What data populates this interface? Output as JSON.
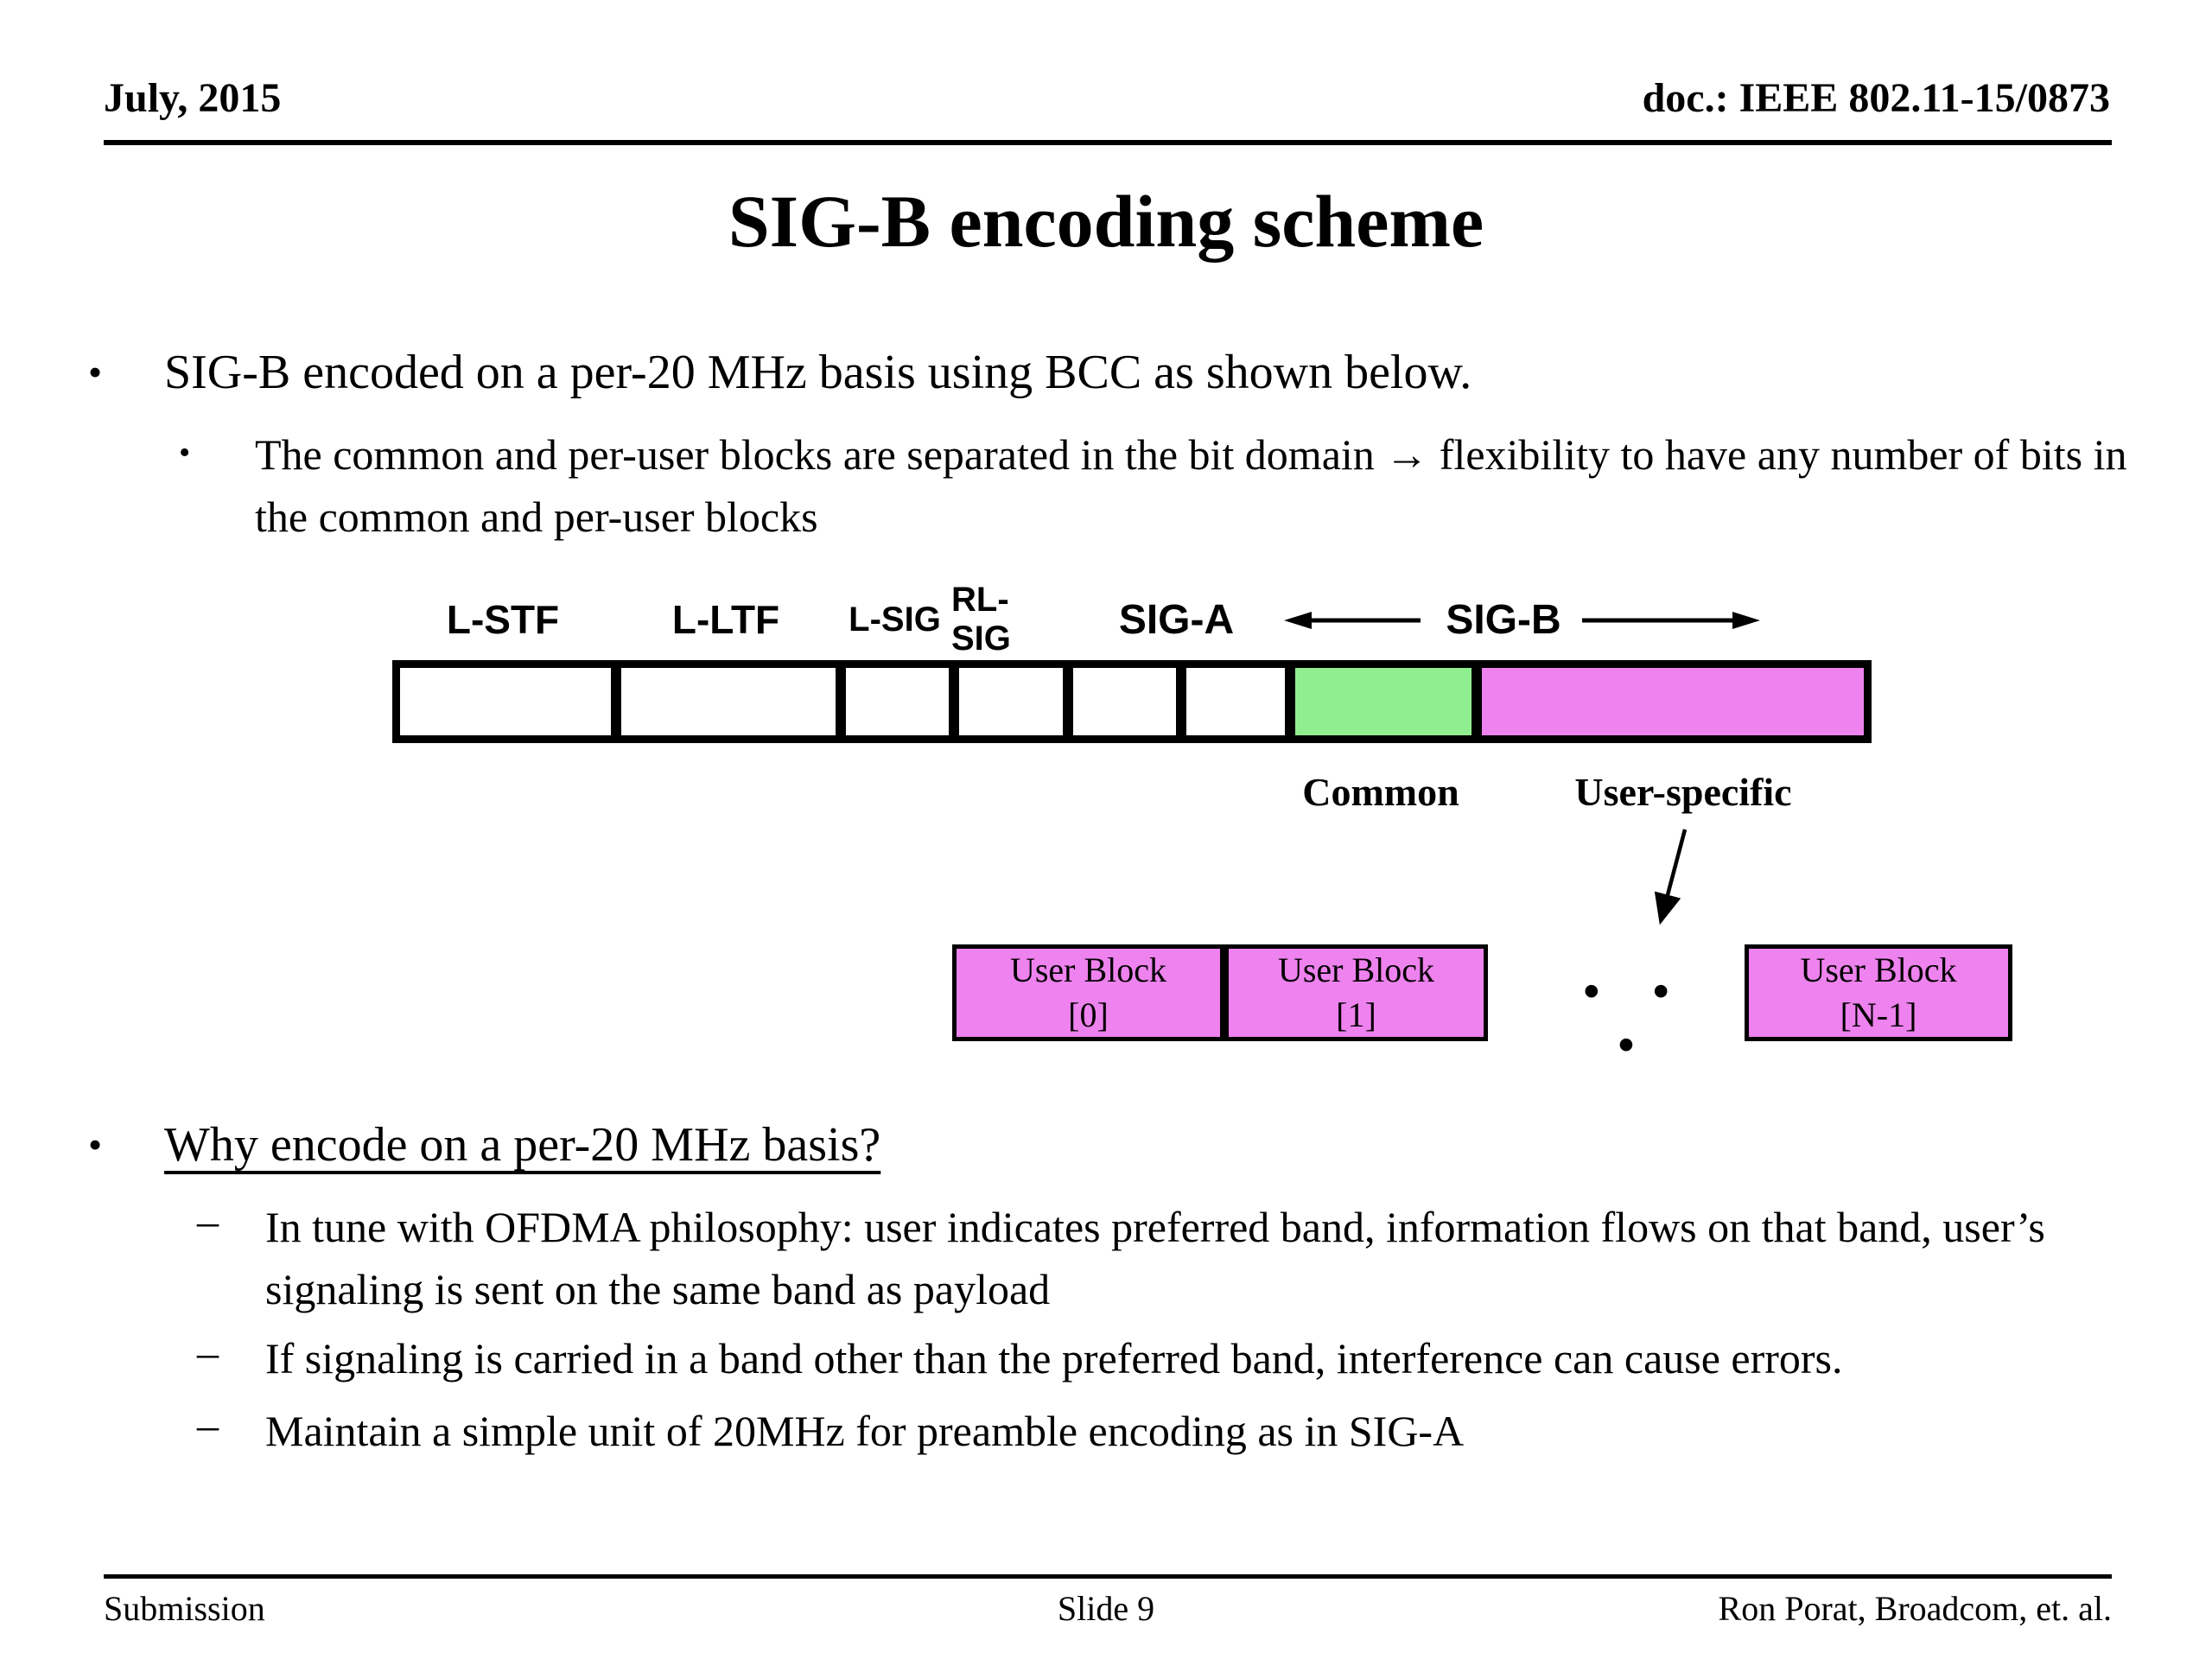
{
  "header": {
    "date": "July, 2015",
    "doc": "doc.: IEEE 802.11-15/0873"
  },
  "title": "SIG-B encoding scheme",
  "markers": {
    "level1": "•",
    "level2": "•",
    "dash": "–"
  },
  "content": {
    "bullet1": "SIG-B encoded on a per-20 MHz basis using BCC as shown below.",
    "bullet1_sub": "The common and per-user blocks are separated in the bit domain → flexibility to have any number of bits in the common and per-user blocks",
    "bullet2": "Why encode on a per-20 MHz basis?",
    "bullet2_dashes": [
      "In tune with OFDMA philosophy: user indicates preferred band, information flows on that band, user’s signaling is sent on the same band as payload",
      "If signaling is carried in a band other than the preferred band, interference can cause errors.",
      "Maintain a simple unit of 20MHz for preamble encoding as in SIG-A"
    ]
  },
  "diagram": {
    "preamble_labels": {
      "lstf": "L-STF",
      "lltf": "L-LTF",
      "lsig": "L-SIG",
      "rlsig": "RL-SIG",
      "siga": "SIG-A",
      "sigb": "SIG-B"
    },
    "common_label": "Common",
    "user_specific_label": "User-specific",
    "ellipsis": "• • •",
    "user_blocks": [
      {
        "name": "User Block",
        "index": "[0]"
      },
      {
        "name": "User Block",
        "index": "[1]"
      },
      {
        "name": "User Block",
        "index": "[N-1]"
      }
    ],
    "colors": {
      "common_fill": "#90ee90",
      "user_fill": "#ee82ee",
      "box_border": "#000000"
    }
  },
  "footer": {
    "left": "Submission",
    "center": "Slide 9",
    "right": "Ron Porat, Broadcom, et. al."
  }
}
